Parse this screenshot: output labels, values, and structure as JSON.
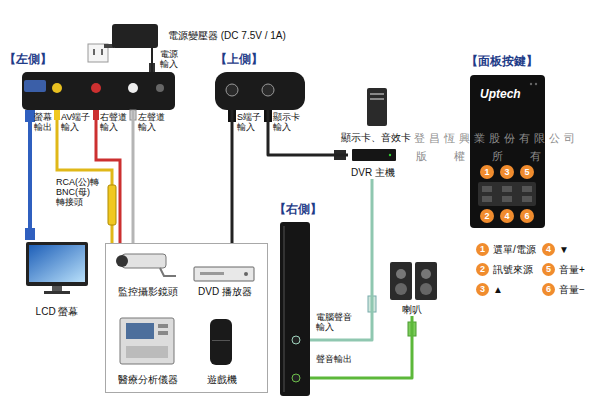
{
  "diagram": {
    "nodes": [
      {
        "text": [
          "電源變壓器 (DC 7.5V / 1A)"
        ]
      },
      {
        "text": [
          "【左側】"
        ]
      },
      {
        "text": [
          "LCD 螢幕"
        ]
      },
      {
        "text": []
      },
      {
        "text": [
          "監控攝影鏡頭"
        ],
        "in": 3
      },
      {
        "text": [
          "DVD 播放器"
        ],
        "in": 3
      },
      {
        "text": [
          "醫療分析儀器"
        ],
        "in": 3
      },
      {
        "text": [
          "遊戲機"
        ],
        "in": 3
      },
      {
        "text": [
          "【上側】"
        ]
      },
      {
        "text": [
          "顯示卡、音效卡"
        ]
      },
      {
        "text": [
          "DVR 主機"
        ]
      },
      {
        "text": [
          "【右側】"
        ]
      },
      {
        "text": [
          "喇叭"
        ]
      },
      {
        "text": [
          "【面板按鍵】"
        ]
      }
    ],
    "edges": [
      {
        "from": 0,
        "to": 1,
        "arrow": "none"
      },
      {
        "from": 1,
        "to": 2,
        "arrow": "none"
      },
      {
        "from": 1,
        "to": 3,
        "arrow": "none"
      },
      {
        "from": 8,
        "to": 3,
        "arrow": "none"
      },
      {
        "from": 8,
        "to": 10,
        "arrow": "none"
      },
      {
        "from": 10,
        "to": 11,
        "arrow": "none"
      },
      {
        "from": 11,
        "to": 12,
        "arrow": "none"
      }
    ],
    "labels": [
      "電源輸入",
      "螢幕輸出",
      "AV端子輸入",
      "右聲道輸入",
      "左聲道輸入",
      "RCA(公)轉 BNC(母) 轉接頭",
      "S端子輸入",
      "顯示卡輸入",
      "登昌恆興業股份有限公司",
      "版 權 所 有",
      "Uptech",
      "1",
      "3",
      "5",
      "2",
      "4",
      "6",
      "電腦聲音輸入",
      "聲音輸出",
      "1",
      "4",
      "2",
      "5",
      "3",
      "6"
    ],
    "legend": [
      {
        "text": "選單/電源",
        "color": "#f08c2e"
      },
      {
        "text": "▼",
        "color": "#f08c2e"
      },
      {
        "text": "訊號來源",
        "color": "#f08c2e"
      },
      {
        "text": "音量+",
        "color": "#f08c2e"
      },
      {
        "text": "▲",
        "color": "#f08c2e"
      },
      {
        "text": "音量−",
        "color": "#f08c2e"
      }
    ]
  }
}
